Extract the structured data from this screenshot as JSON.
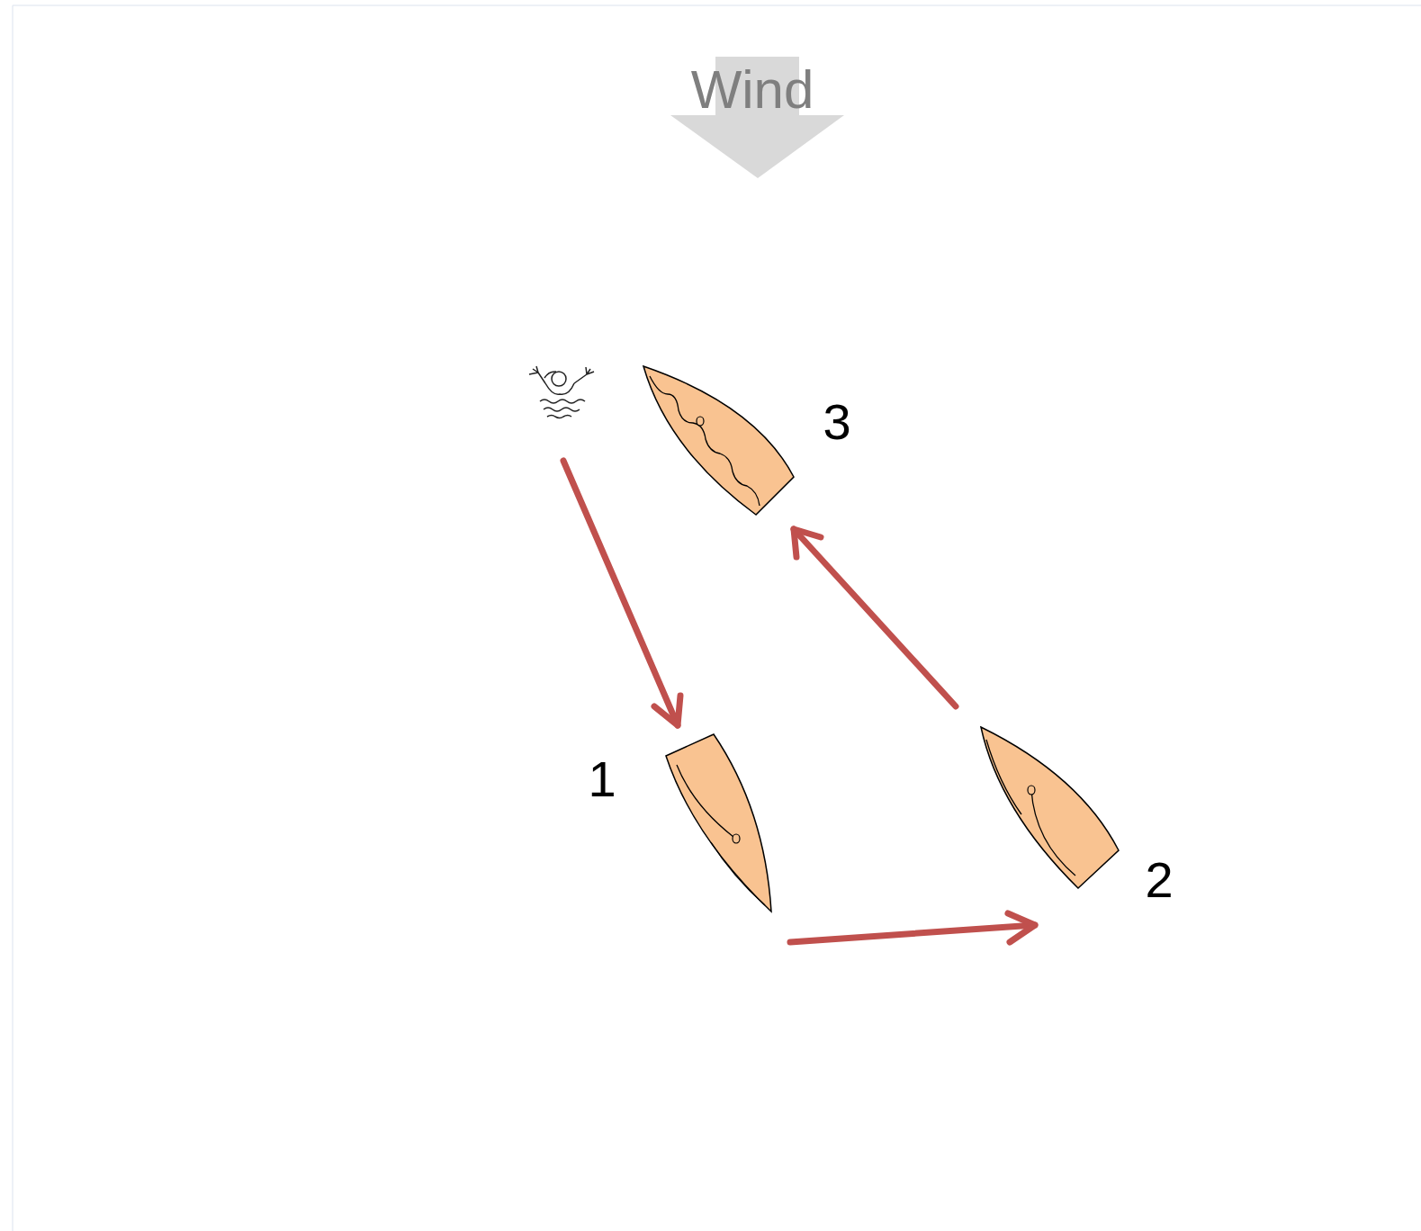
{
  "diagram": {
    "labels": [
      "Wind",
      "1",
      "3",
      "2"
    ]
  }
}
